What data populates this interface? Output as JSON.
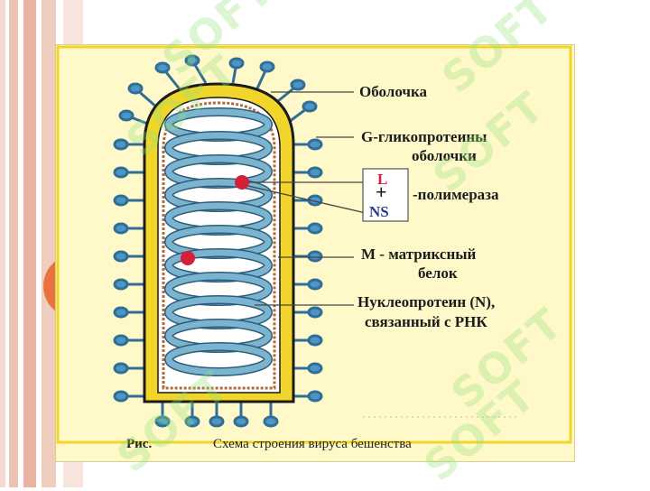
{
  "labels": {
    "envelope": "Оболочка",
    "glycoprotein_1": "G-гликопротеины",
    "glycoprotein_2": "оболочки",
    "l": "L",
    "plus": "+",
    "ns": "NS",
    "polymerase": "-полимераза",
    "matrix_1": "M - матриксный",
    "matrix_2": "белок",
    "nucleoprotein_1": "Нуклеопротеин (N),",
    "nucleoprotein_2": "связанный с РНК"
  },
  "caption": {
    "prefix": "Рис.",
    "text": "Схема строения вируса бешенства"
  },
  "watermark": "SOFT",
  "colors": {
    "envelope_yellow": "#f2d52a",
    "helix_blue": "#7cb4d0",
    "spike_blue": "#3e86b5",
    "matrix_brown": "#b06a3a",
    "polymerase_red": "#d4203a",
    "leader_line": "#444444"
  }
}
